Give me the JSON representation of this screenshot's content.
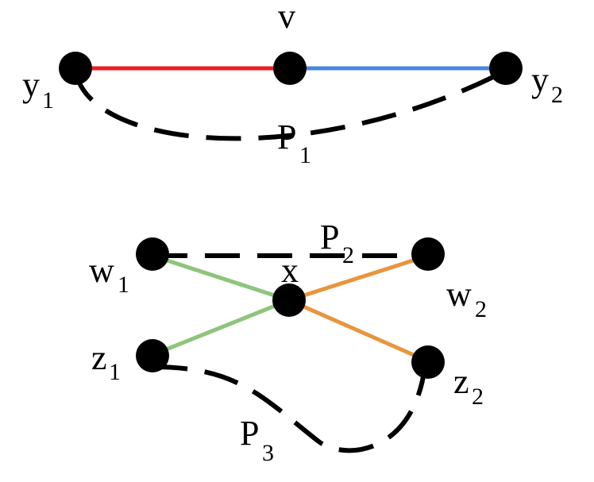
{
  "colors": {
    "edge_y1_v": "#ee1c25",
    "edge_v_y2": "#4a86e0",
    "edge_x_w1_z1": "#8dc57a",
    "edge_x_w2_z2": "#e8953d",
    "node": "#000000",
    "path": "#000000"
  },
  "labels": {
    "v": "v",
    "y1": {
      "base": "y",
      "sub": "1"
    },
    "y2": {
      "base": "y",
      "sub": "2"
    },
    "p1": {
      "base": "P",
      "sub": "1"
    },
    "w1": {
      "base": "w",
      "sub": "1"
    },
    "w2": {
      "base": "w",
      "sub": "2"
    },
    "p2": {
      "base": "P",
      "sub": "2"
    },
    "x": "x",
    "z1": {
      "base": "z",
      "sub": "1"
    },
    "z2": {
      "base": "z",
      "sub": "2"
    },
    "p3": {
      "base": "P",
      "sub": "3"
    }
  }
}
